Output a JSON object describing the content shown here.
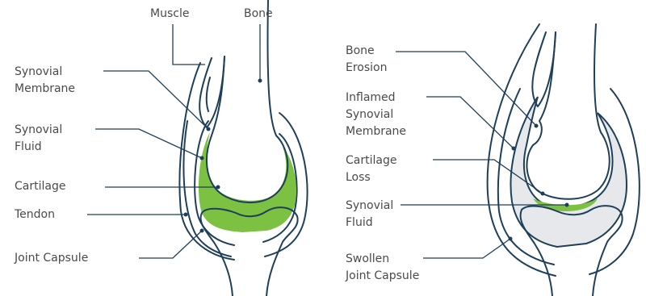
{
  "colors": {
    "outline": "#1e3f5a",
    "label_text": "#4a4a4a",
    "synovial_fluid_green": "#7dc142",
    "inflamed_membrane_grey": "#e6e8ec",
    "background": "#ffffff"
  },
  "healthy_joint": {
    "labels": {
      "muscle": "Muscle",
      "bone": "Bone",
      "synovial_membrane": "Synovial\nMembrane",
      "synovial_fluid": "Synovial\nFluid",
      "cartilage": "Cartilage",
      "tendon": "Tendon",
      "joint_capsule": "Joint Capsule"
    }
  },
  "arthritic_joint": {
    "labels": {
      "bone_erosion": "Bone\nErosion",
      "inflamed_synovial_membrane": "Inflamed\nSynovial\nMembrane",
      "cartilage_loss": "Cartilage\nLoss",
      "synovial_fluid": "Synovial\nFluid",
      "swollen_joint_capsule": "Swollen\nJoint Capsule"
    }
  }
}
